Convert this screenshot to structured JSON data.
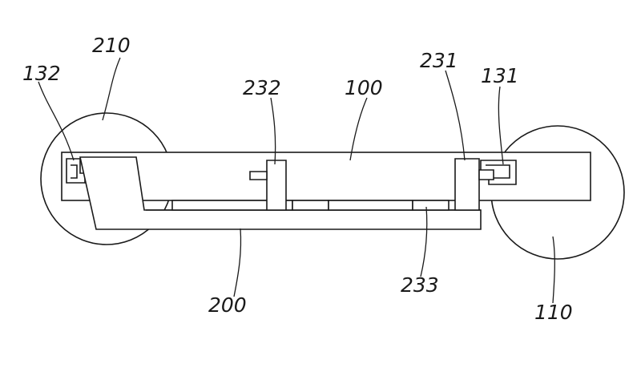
{
  "figure": {
    "labels": {
      "l210": "210",
      "l132": "132",
      "l232": "232",
      "l100": "100",
      "l231": "231",
      "l131": "131",
      "l200": "200",
      "l233": "233",
      "l110": "110"
    },
    "colors": {
      "line": "#1a1a1a",
      "background": "#ffffff"
    }
  }
}
